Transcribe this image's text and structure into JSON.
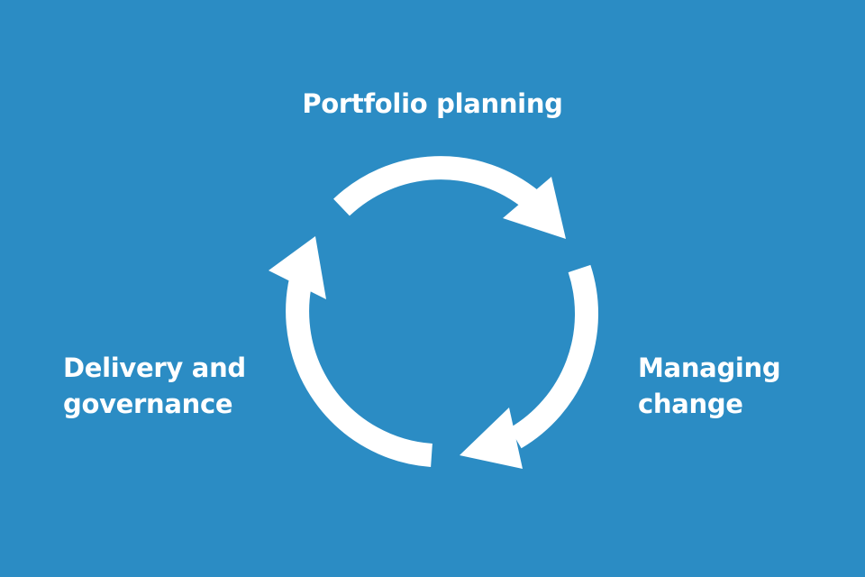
{
  "diagram": {
    "title": "Portfolio cycle",
    "stages": [
      {
        "label_line1": "Portfolio planning"
      },
      {
        "label_line1": "Managing",
        "label_line2": "change"
      },
      {
        "label_line1": "Delivery and",
        "label_line2": "governance"
      }
    ],
    "colors": {
      "background": "#2b8cc4",
      "foreground": "#ffffff"
    }
  }
}
